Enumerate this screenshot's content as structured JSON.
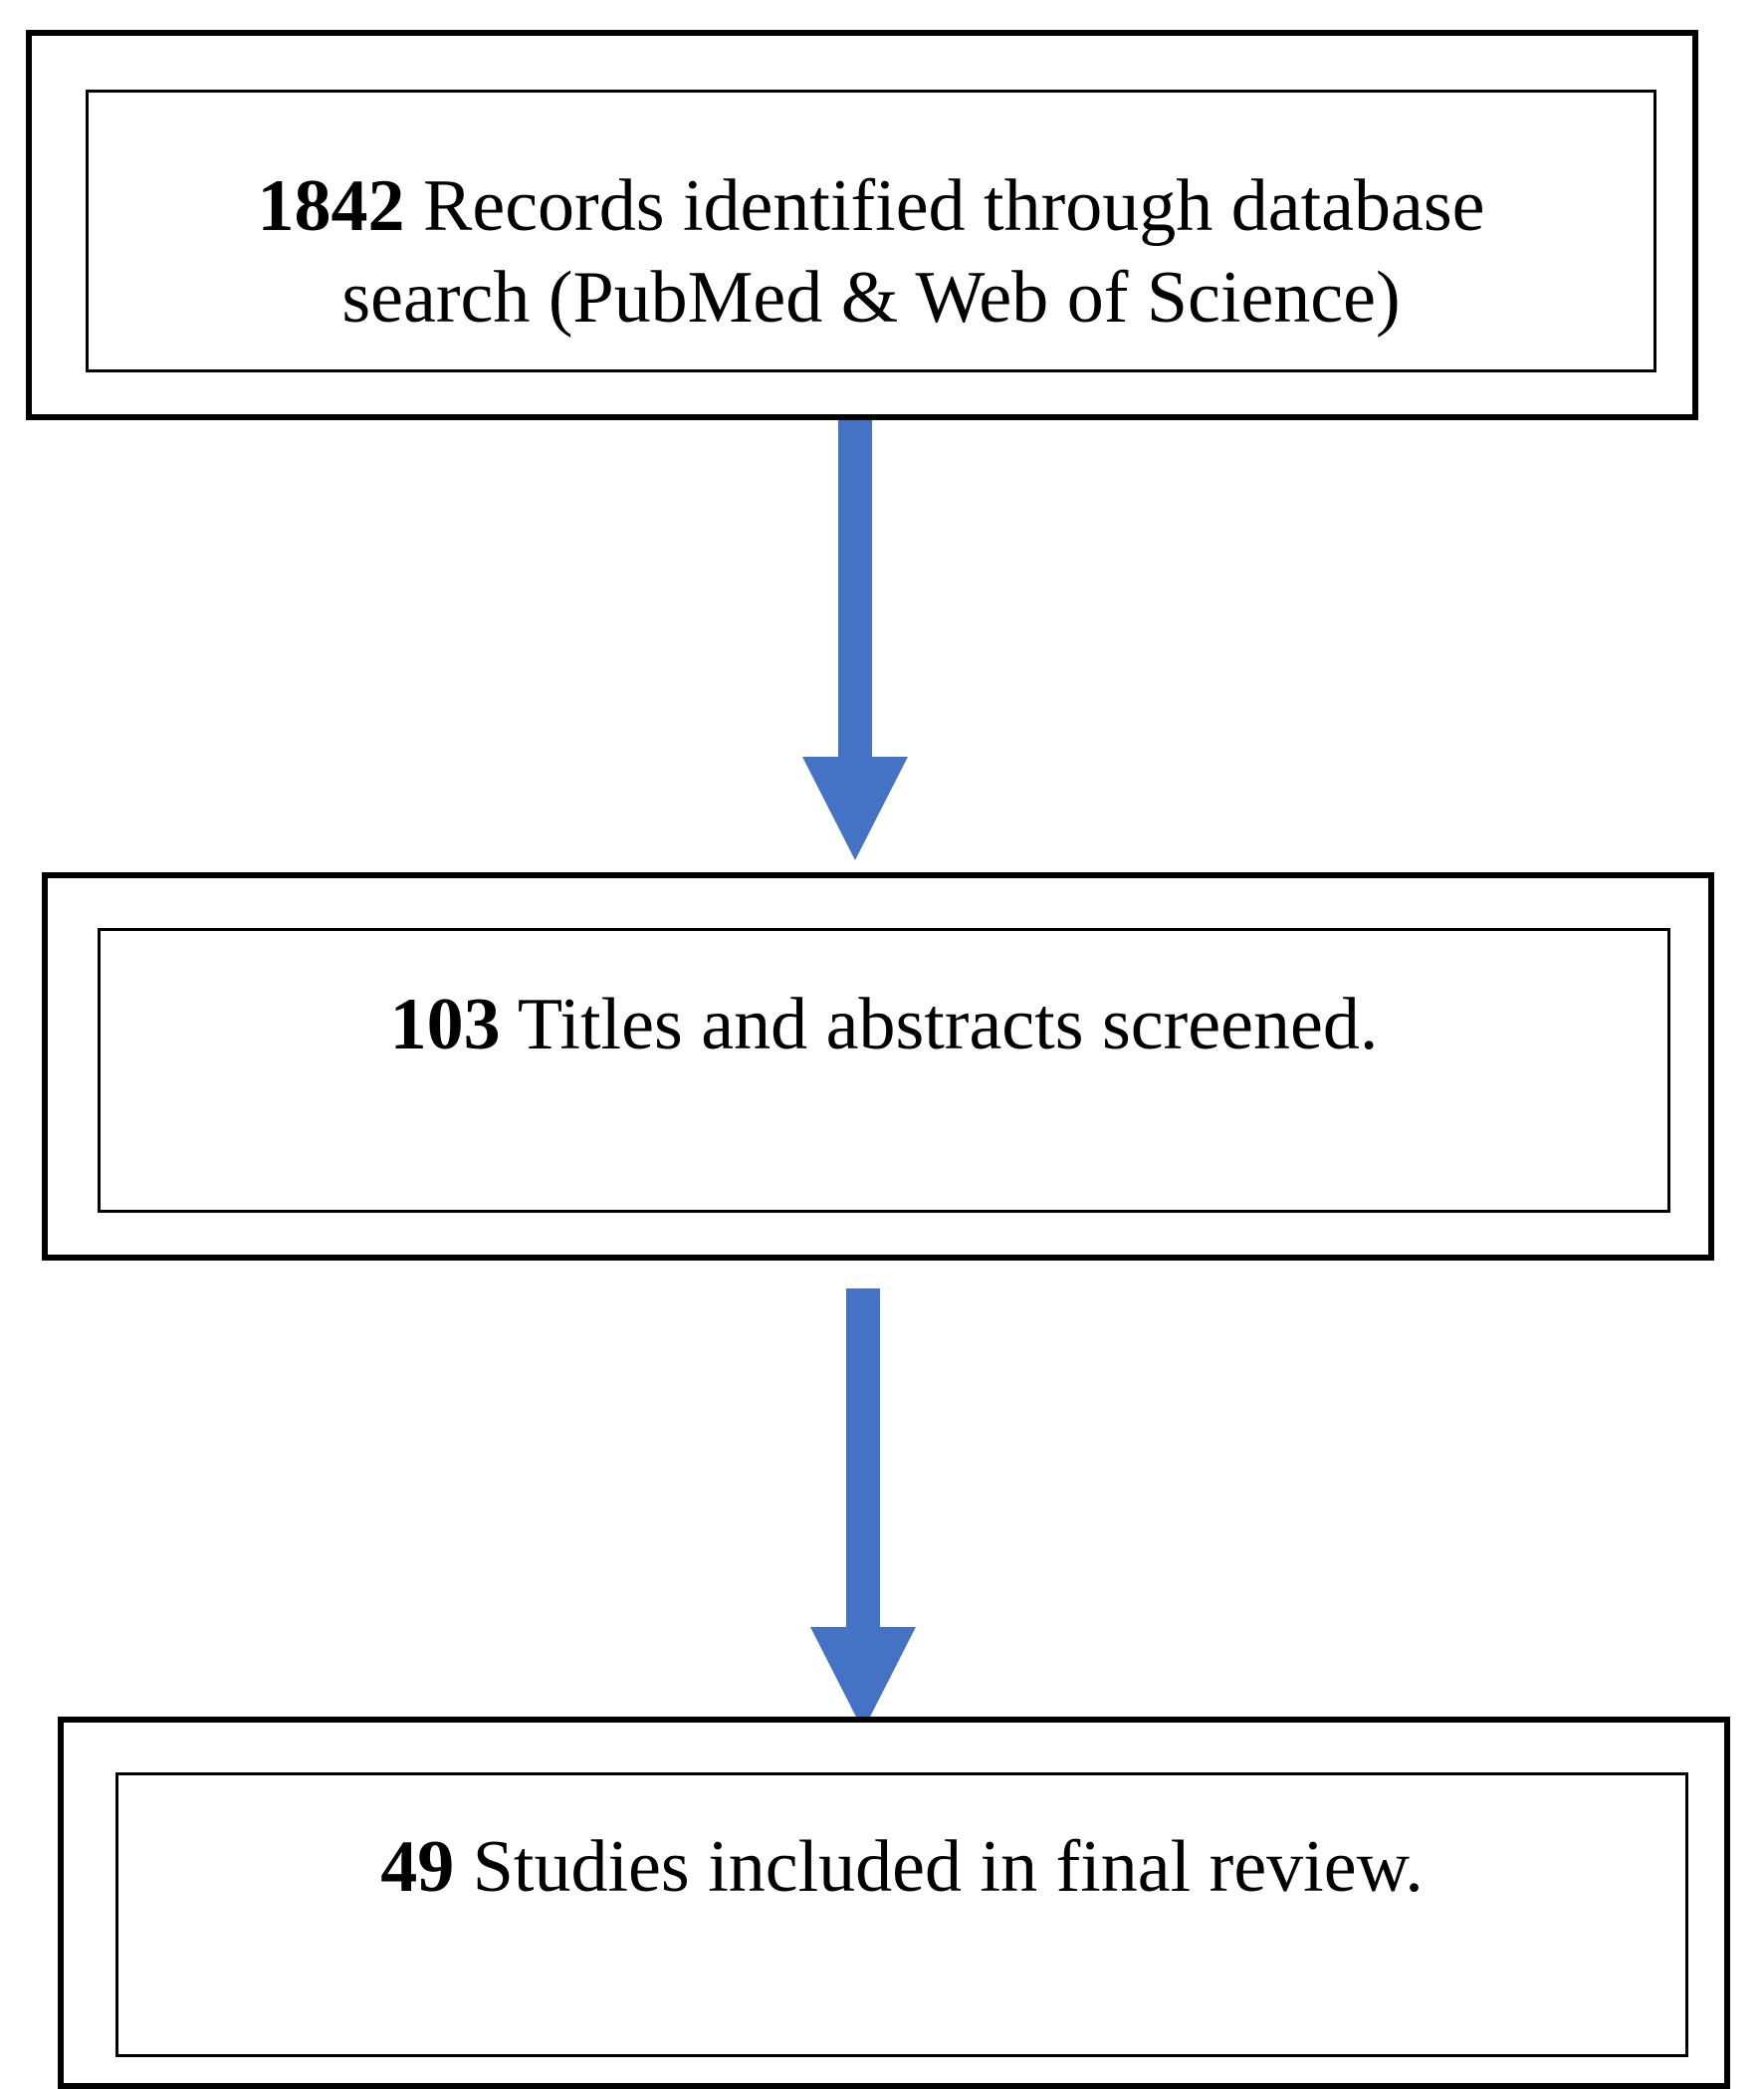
{
  "colors": {
    "arrow": "#4472c4",
    "border": "#000000",
    "background": "#ffffff"
  },
  "boxes": [
    {
      "count": "1842",
      "line1_rest": " Records identified through database",
      "line2": "search (PubMed & Web of Science)"
    },
    {
      "count": "103",
      "line1_rest": " Titles and abstracts screened."
    },
    {
      "count": "49",
      "line1_rest": " Studies included in final review."
    }
  ]
}
